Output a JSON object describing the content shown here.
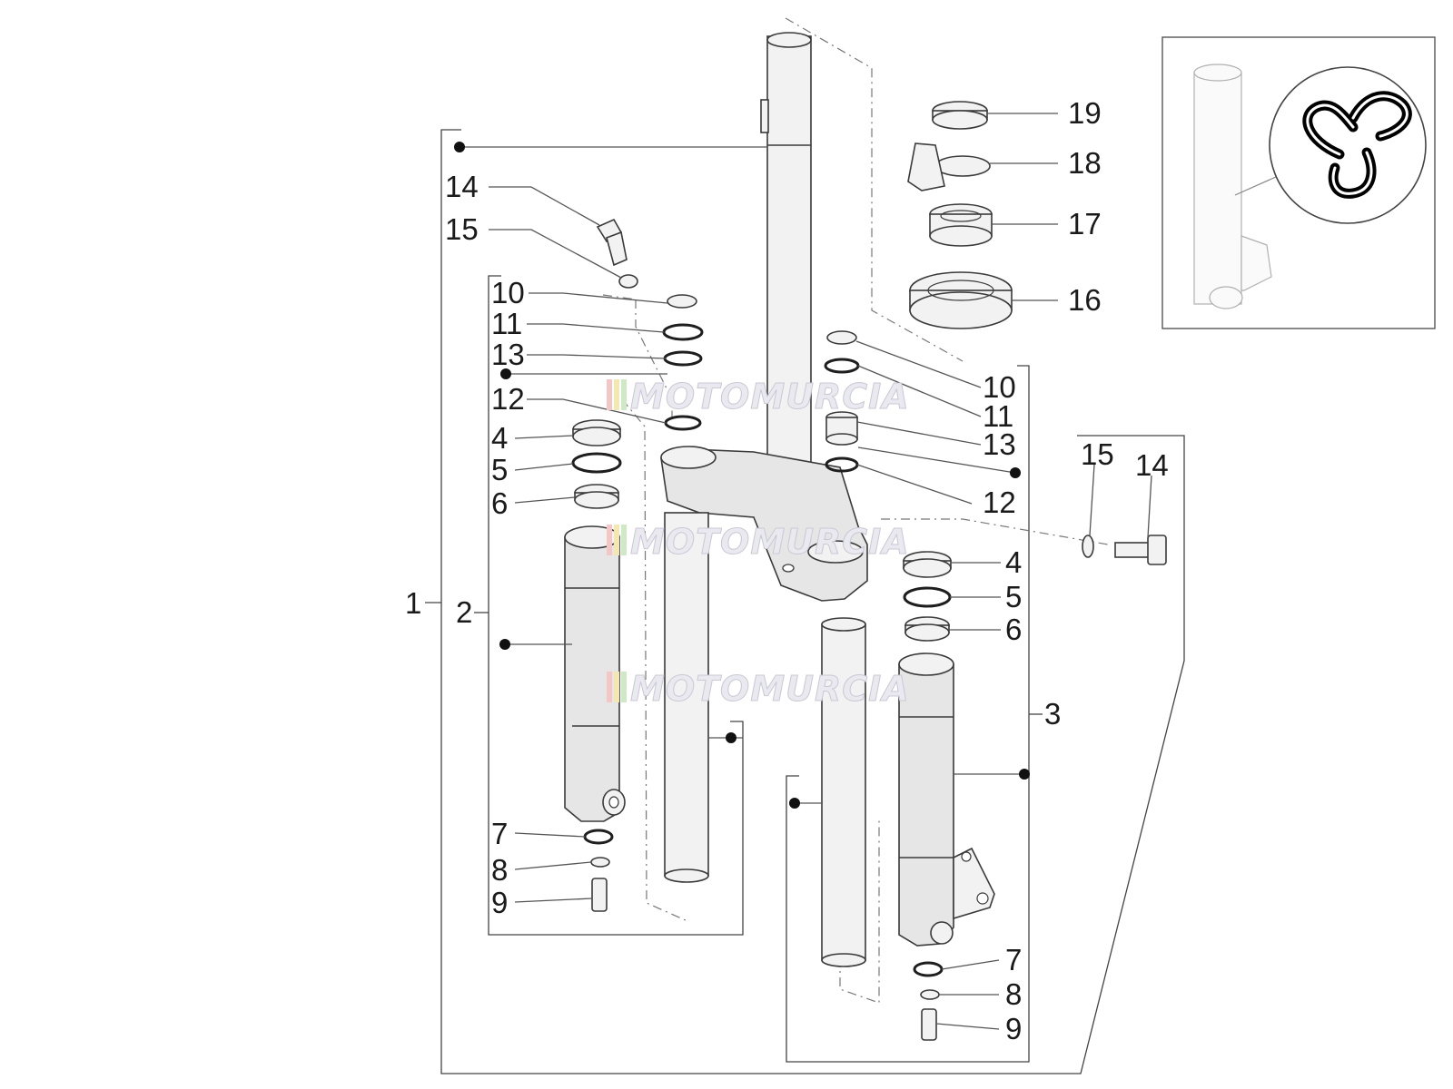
{
  "diagram": {
    "labels": {
      "l1": "1",
      "l2": "2",
      "l3": "3",
      "l4a": "4",
      "l4b": "4",
      "l5a": "5",
      "l5b": "5",
      "l6a": "6",
      "l6b": "6",
      "l7a": "7",
      "l7b": "7",
      "l8a": "8",
      "l8b": "8",
      "l9a": "9",
      "l9b": "9",
      "l10a": "10",
      "l10b": "10",
      "l11a": "11",
      "l11b": "11",
      "l12a": "12",
      "l12b": "12",
      "l13a": "13",
      "l13b": "13",
      "l14a": "14",
      "l14b": "14",
      "l15a": "15",
      "l15b": "15",
      "l16": "16",
      "l17": "17",
      "l18": "18",
      "l19": "19"
    },
    "watermark": {
      "text1": "MOTOMURCIA",
      "text2": "MOTOMURCIA",
      "text3": "MOTOMURCIA"
    },
    "inset_icon": "product-logo-icon"
  }
}
